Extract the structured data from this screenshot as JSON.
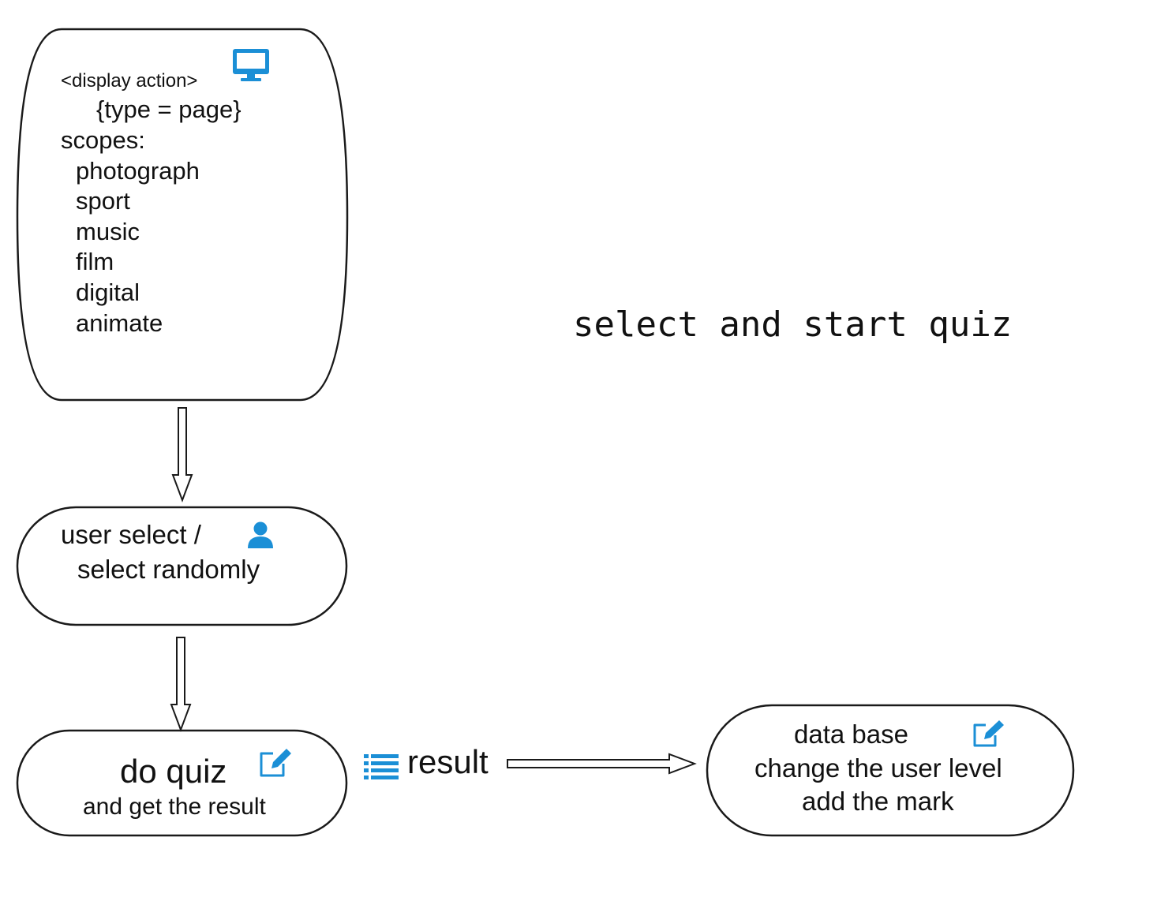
{
  "title": "select and start quiz",
  "nodes": {
    "display_action": {
      "stereotype": "<display action>",
      "type_line": "{type = page}",
      "scopes_label": "scopes:",
      "scopes": [
        "photograph",
        "sport",
        "music",
        "film",
        "digital",
        "animate"
      ],
      "icon": "monitor-icon"
    },
    "user_select": {
      "line1": "user select /",
      "line2": "select randomly",
      "icon": "user-icon"
    },
    "do_quiz": {
      "line1": "do quiz",
      "line2": "and get the result",
      "icon": "edit-icon"
    },
    "database": {
      "line1": "data base",
      "line2": "change the user level",
      "line3": "add the mark",
      "icon": "edit-icon"
    }
  },
  "flow_label": {
    "text": "result",
    "icon": "list-icon"
  },
  "colors": {
    "icon_blue": "#1b8fd6",
    "stroke": "#1a1a1a"
  }
}
